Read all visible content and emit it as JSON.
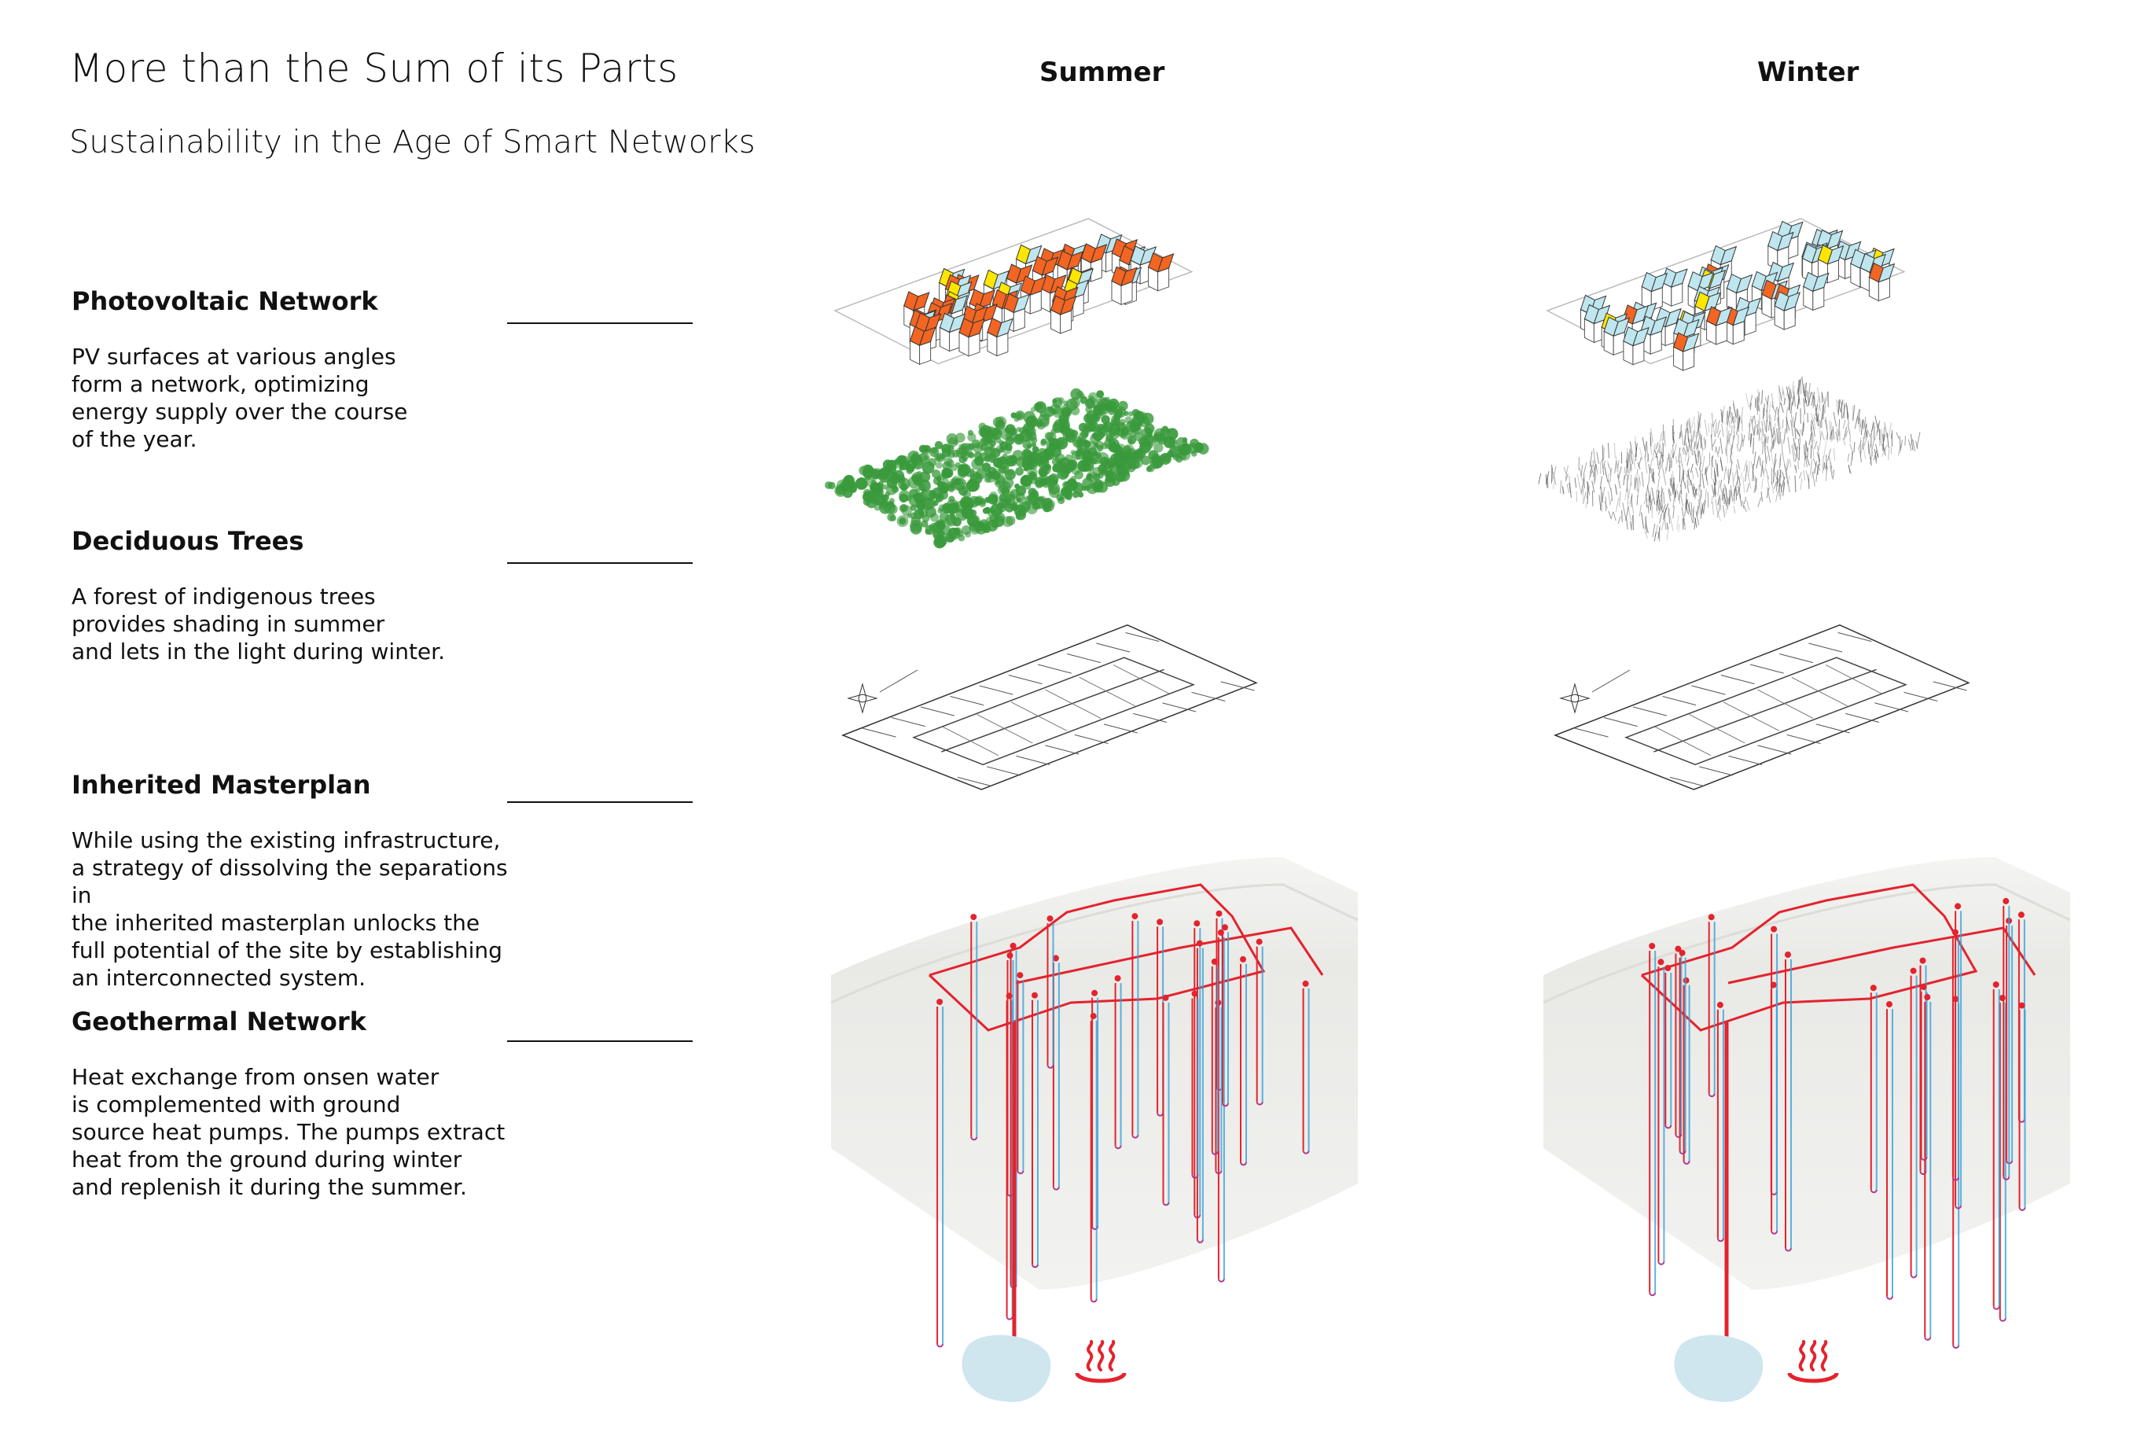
{
  "title": "More than the Sum of its Parts",
  "subtitle": "Sustainability in the Age of Smart Networks",
  "columns": {
    "summer": "Summer",
    "winter": "Winter"
  },
  "sections": [
    {
      "heading": "Photovoltaic Network",
      "body": "PV surfaces at various angles\nform a network, optimizing\nenergy supply over the course\nof the year."
    },
    {
      "heading": "Deciduous Trees",
      "body": "A forest of indigenous trees\nprovides shading in summer\nand lets in the light during winter."
    },
    {
      "heading": "Inherited Masterplan",
      "body": "While using the existing infrastructure,\na strategy of dissolving the separations in\nthe inherited masterplan unlocks the\nfull potential of the site by establishing\nan interconnected system."
    },
    {
      "heading": "Geothermal Network",
      "body": "Heat exchange from onsen water\nis complemented with ground\nsource heat pumps. The pumps extract\nheat from the ground during winter\nand replenish it during the summer."
    }
  ],
  "colors": {
    "pv_orange": "#f26522",
    "pv_yellow": "#ffe600",
    "roof_blue": "#bfe6ee",
    "tree_summer": "#3a9a3c",
    "tree_winter": "#555555",
    "pipe_red": "#e3232d",
    "pipe_blue": "#3aa0d8",
    "water": "#cfe6ef"
  },
  "icons": [
    "compass-icon",
    "onsen-icon"
  ]
}
